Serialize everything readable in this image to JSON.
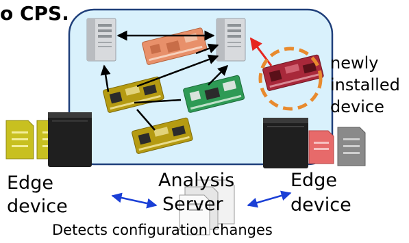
{
  "header": {
    "title_fragment": "o CPS."
  },
  "labels": {
    "newly_installed": [
      "newly",
      "installed",
      "device"
    ],
    "edge_left": [
      "Edge",
      "device"
    ],
    "analysis_server": [
      "Analysis",
      "Server"
    ],
    "edge_right": [
      "Edge",
      "device"
    ],
    "caption": "Detects configuration changes"
  },
  "colors": {
    "cps_area_fill": "#d9f1fc",
    "cps_area_border": "#1f3f7a",
    "new_device_ring": "#e88a2e",
    "new_device_arrow": "#e6261f",
    "sync_arrow": "#1a3fd6",
    "board_gold": "#b59b12",
    "board_green": "#2e9a55",
    "board_orange": "#e8906a",
    "board_red": "#a8283a",
    "doc_yellow": "#c8c020",
    "doc_red": "#e76a6a",
    "doc_gray": "#8a8a8a"
  },
  "icons": [
    "server-tower-icon",
    "circuit-board-icon",
    "edge-device-icon",
    "document-icon",
    "analysis-server-icon"
  ]
}
